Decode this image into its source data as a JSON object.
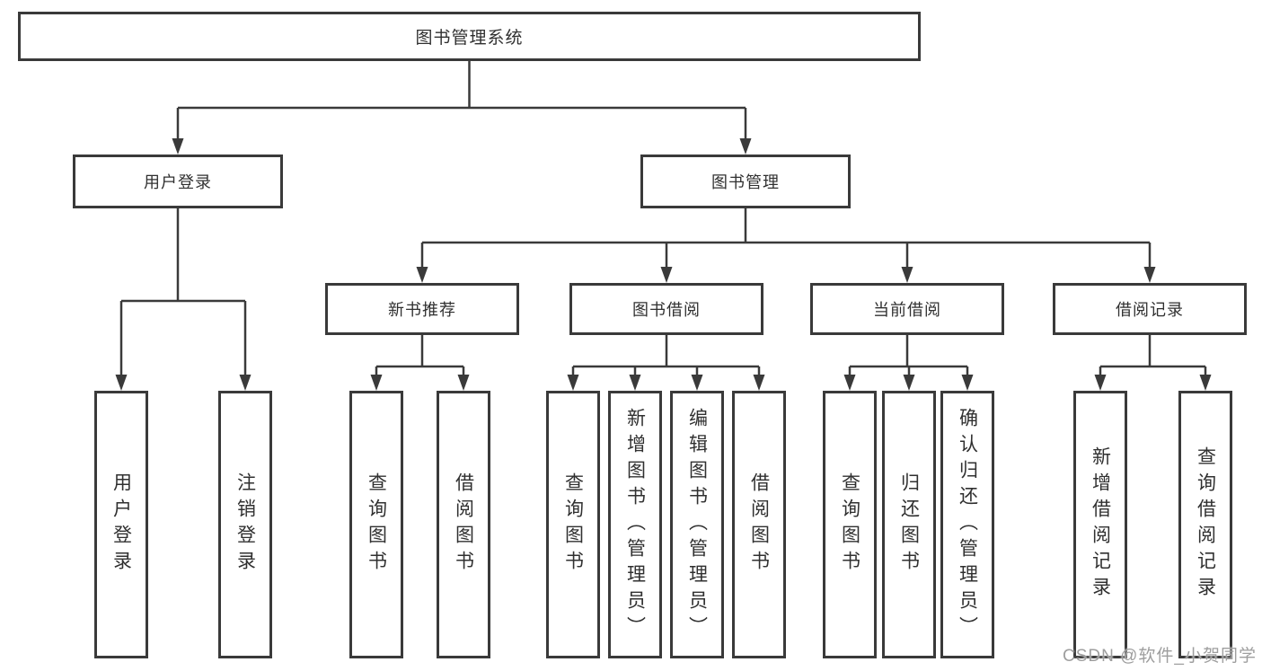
{
  "diagram": {
    "root": {
      "label": "图书管理系统"
    },
    "branches": [
      {
        "label": "用户登录",
        "leaves": [
          "用户登录",
          "注销登录"
        ]
      },
      {
        "label": "图书管理",
        "groups": [
          {
            "label": "新书推荐",
            "leaves": [
              "查询图书",
              "借阅图书"
            ]
          },
          {
            "label": "图书借阅",
            "leaves": [
              "查询图书",
              "新增图书（管理员）",
              "编辑图书（管理员）",
              "借阅图书"
            ]
          },
          {
            "label": "当前借阅",
            "leaves": [
              "查询图书",
              "归还图书",
              "确认归还（管理员）"
            ]
          },
          {
            "label": "借阅记录",
            "leaves": [
              "新增借阅记录",
              "查询借阅记录"
            ]
          }
        ]
      }
    ],
    "colors": {
      "line": "#3a3a3a",
      "box_border": "#3a3a3a",
      "text": "#303030",
      "watermark": "#9e9e9e",
      "background": "#ffffff"
    },
    "watermark": "CSDN @软件_小贺同学"
  }
}
